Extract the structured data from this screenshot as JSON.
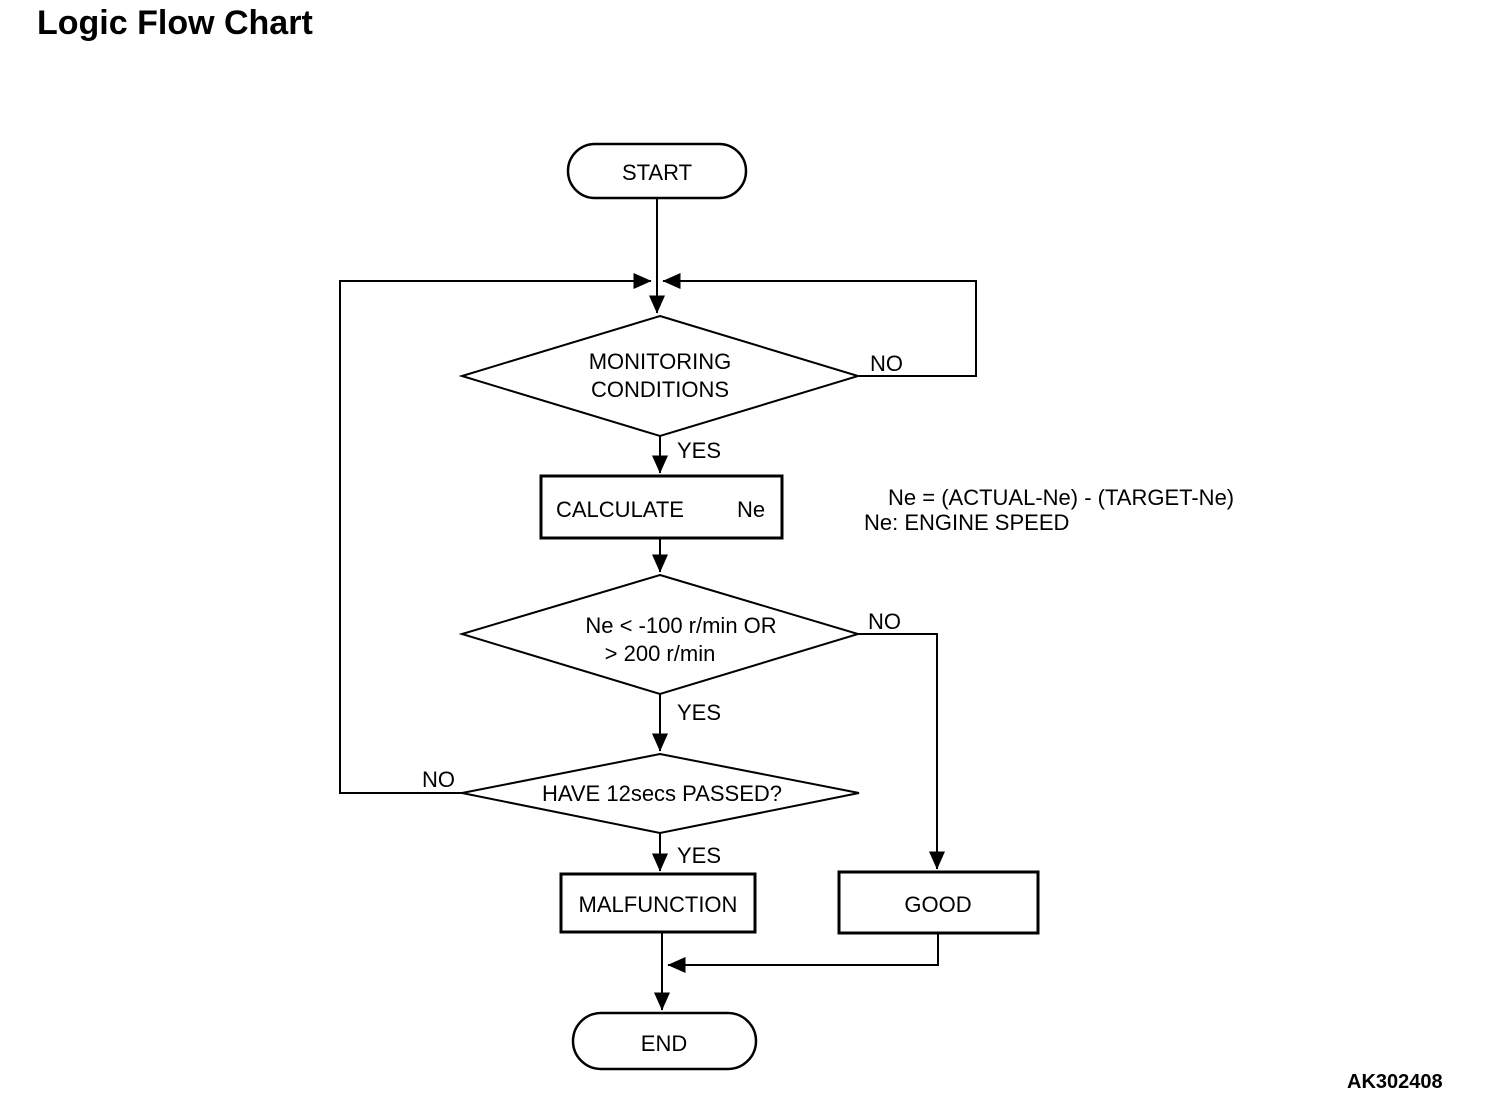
{
  "title": "Logic Flow Chart",
  "figure_code": "AK302408",
  "colors": {
    "background": "#ffffff",
    "line": "#000000",
    "text": "#000000"
  },
  "diagram": {
    "type": "flowchart",
    "nodes": {
      "start": {
        "shape": "terminator",
        "label": "START"
      },
      "monitoring": {
        "shape": "decision",
        "lines": [
          "MONITORING",
          "CONDITIONS"
        ]
      },
      "calculate": {
        "shape": "process",
        "label": "CALCULATE",
        "operand": "Ne"
      },
      "ne_check": {
        "shape": "decision",
        "lines": [
          "Ne < -100 r/min OR",
          "> 200 r/min"
        ]
      },
      "passed": {
        "shape": "decision",
        "label": "HAVE 12secs PASSED?"
      },
      "malfunction": {
        "shape": "process",
        "label": "MALFUNCTION"
      },
      "good": {
        "shape": "process",
        "label": "GOOD"
      },
      "end": {
        "shape": "terminator",
        "label": "END"
      }
    },
    "edges": [
      {
        "from": "start",
        "to": "monitoring",
        "label": ""
      },
      {
        "from": "monitoring",
        "to": "calculate",
        "label": "YES"
      },
      {
        "from": "monitoring",
        "to": "monitoring",
        "label": "NO"
      },
      {
        "from": "calculate",
        "to": "ne_check",
        "label": ""
      },
      {
        "from": "ne_check",
        "to": "passed",
        "label": "YES"
      },
      {
        "from": "ne_check",
        "to": "good",
        "label": "NO"
      },
      {
        "from": "passed",
        "to": "malfunction",
        "label": "YES"
      },
      {
        "from": "passed",
        "to": "monitoring",
        "label": "NO"
      },
      {
        "from": "malfunction",
        "to": "end",
        "label": ""
      },
      {
        "from": "good",
        "to": "end",
        "label": ""
      }
    ],
    "annotation": {
      "lines": [
        "Ne = (ACTUAL-Ne) - (TARGET-Ne)",
        "Ne: ENGINE SPEED"
      ]
    }
  }
}
